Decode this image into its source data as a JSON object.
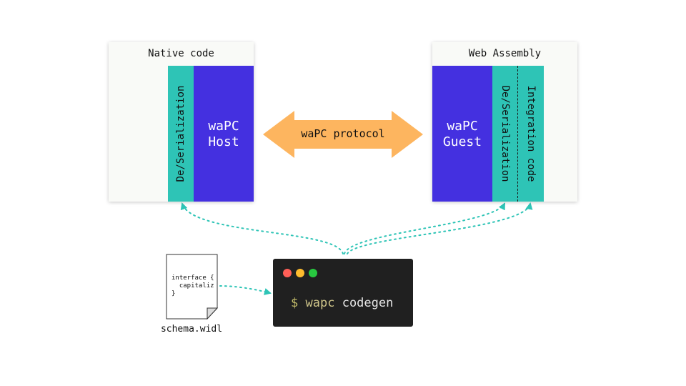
{
  "native_panel": {
    "title": "Native code",
    "serialization_label": "De/Serialization",
    "host_label": "waPC\nHost"
  },
  "protocol": {
    "label": "waPC protocol"
  },
  "wasm_panel": {
    "title": "Web Assembly",
    "guest_label": "waPC\nGuest",
    "serialization_label": "De/Serialization",
    "integration_label": "Integration code"
  },
  "schema_file": {
    "code_lines": [
      "interface {",
      "  capitaliz",
      "}"
    ],
    "filename": "schema.widl"
  },
  "terminal": {
    "prompt": "$",
    "command": "wapc",
    "argument": "codegen"
  },
  "colors": {
    "teal": "#2ec4b6",
    "blue": "#4430e0",
    "arrow": "#fdb55f",
    "terminal_bg": "#202020",
    "prompt": "#c4bd6a",
    "command": "#cfc58a",
    "argument": "#e6e6e6",
    "dot_red": "#ff5f57",
    "dot_yellow": "#febc2e",
    "dot_green": "#28c840"
  }
}
